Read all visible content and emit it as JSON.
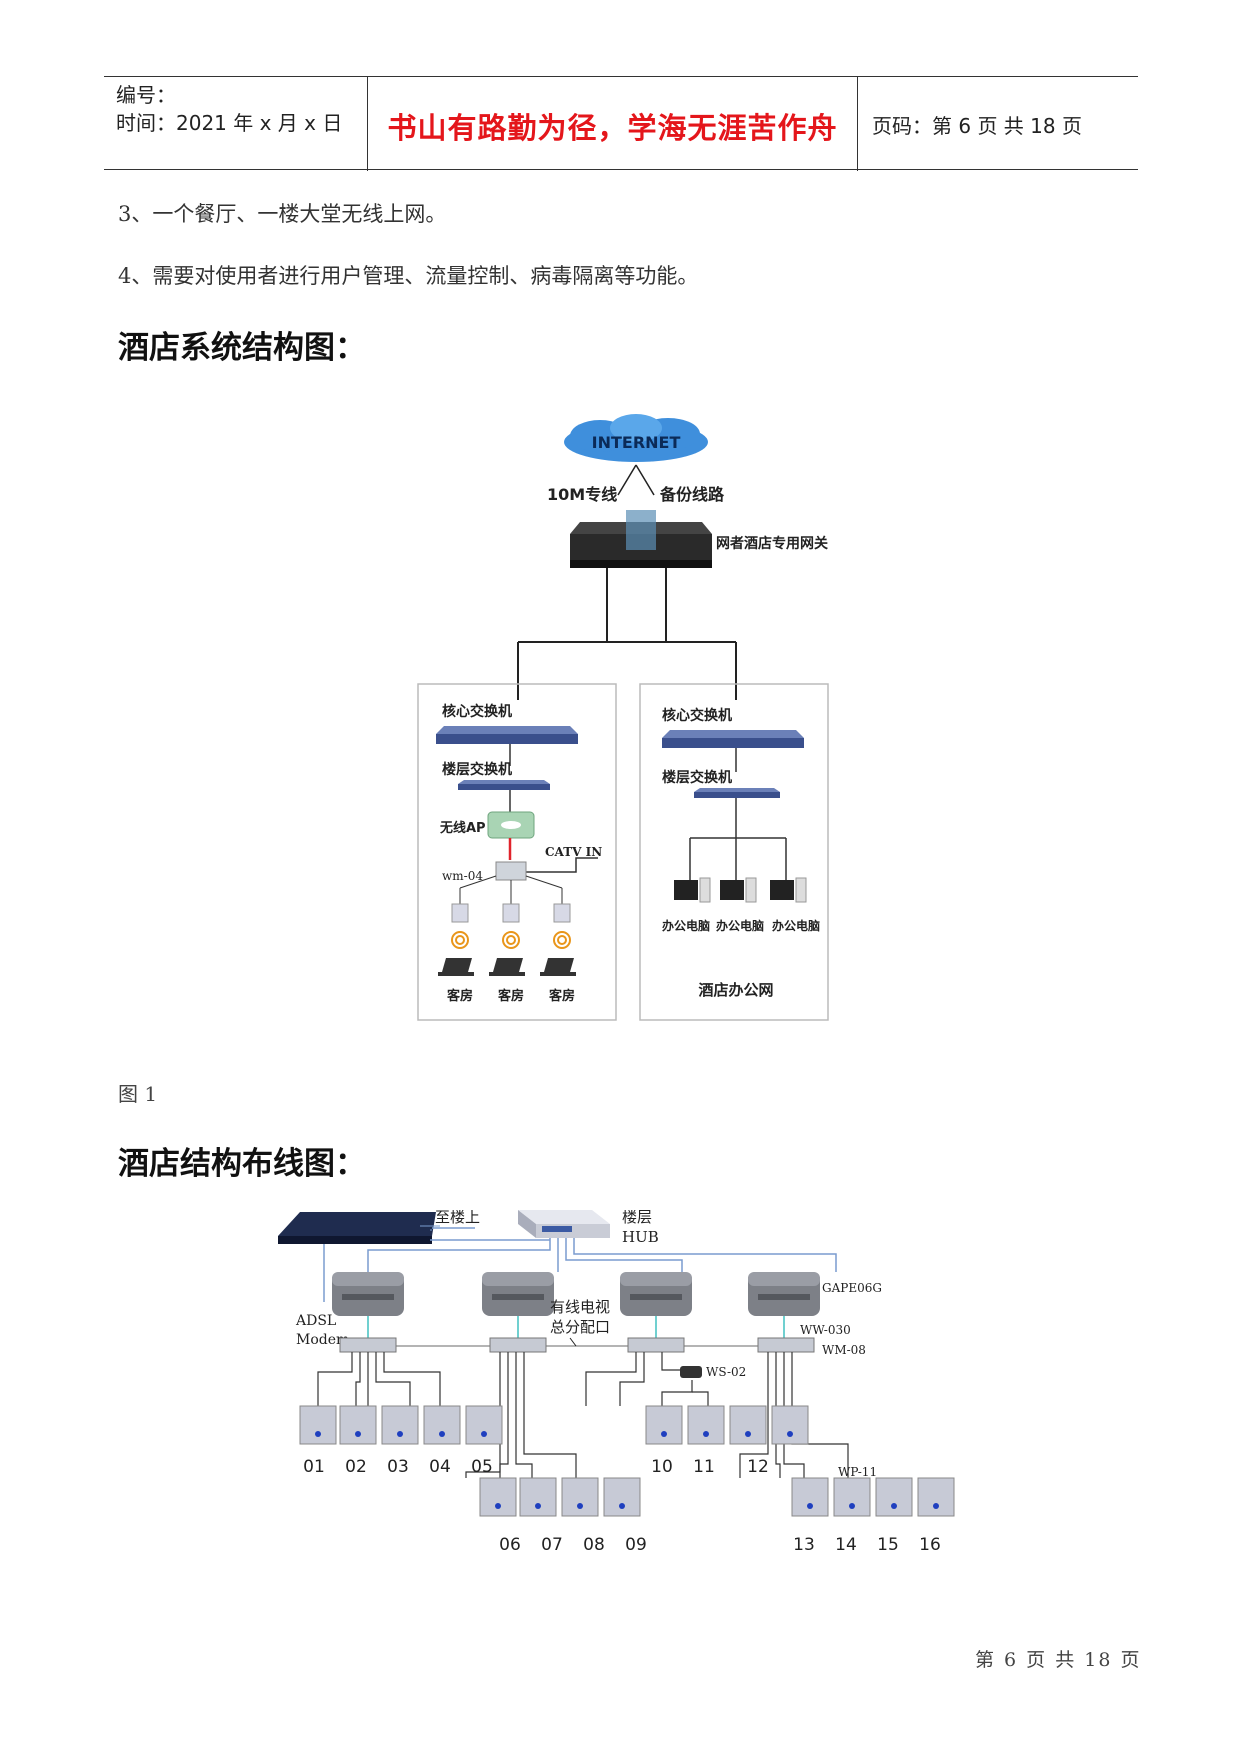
{
  "header": {
    "code_label": "编号：",
    "time_label": "时间：2021 年 x 月 x 日",
    "motto": "书山有路勤为径，学海无涯苦作舟",
    "page_label": "页码：第 6 页  共 18 页"
  },
  "body": {
    "item3": "3、一个餐厅、一楼大堂无线上网。",
    "item4": "4、需要对使用者进行用户管理、流量控制、病毒隔离等功能。",
    "heading1": "酒店系统结构图：",
    "figure_caption": "图 1",
    "heading2": "酒店结构布线图："
  },
  "diagram1": {
    "internet": "INTERNET",
    "link_left": "10M专线",
    "link_right": "备份线路",
    "gateway": "网者酒店专用网关",
    "left_core": "核心交换机",
    "left_floor": "楼层交换机",
    "wireless_ap": "无线AP",
    "catv": "CATV IN",
    "wm04": "wm-04",
    "guest_room": "客房",
    "right_core": "核心交换机",
    "right_floor": "楼层交换机",
    "office_pc": "办公电脑",
    "office_net": "酒店办公网"
  },
  "diagram2": {
    "upstairs": "至楼上",
    "floor_hub": "楼层\nHUB",
    "floor_hub_line1": "楼层",
    "floor_hub_line2": "HUB",
    "adsl_line1": "ADSL",
    "adsl_line2": "Modem",
    "catv_line1": "有线电视",
    "catv_line2": "总分配口",
    "gape": "GAPE06G",
    "ww030": "WW-030",
    "wm08": "WM-08",
    "ws02": "WS-02",
    "wp11": "WP-11",
    "outlets_row1": [
      "01",
      "02",
      "03",
      "04",
      "05",
      "10",
      "11",
      "12"
    ],
    "outlets_row2": [
      "06",
      "07",
      "08",
      "09",
      "13",
      "14",
      "15",
      "16"
    ]
  },
  "footer": {
    "page": "第 6 页 共 18 页"
  },
  "colors": {
    "motto": "#e4161b",
    "switch": "#3a4f8c",
    "cloud": "#3f8fdc",
    "line": "#7a9ccf"
  }
}
